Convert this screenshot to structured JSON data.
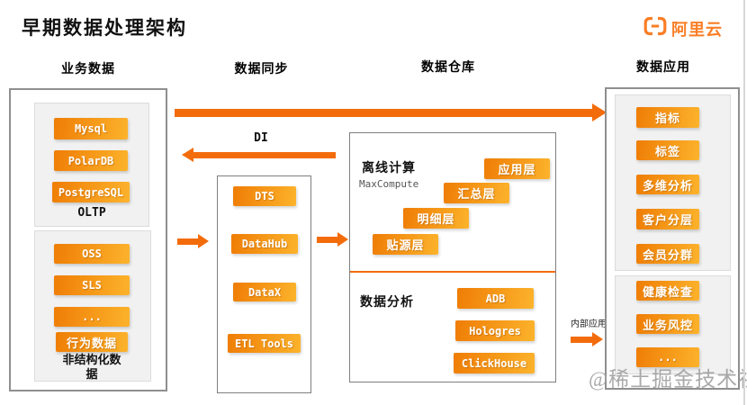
{
  "title": "早期数据处理架构",
  "logo": {
    "brand": "阿里云"
  },
  "watermark": "@稀土掘金技术社区",
  "colors": {
    "accent": "#F36C0C",
    "pill_gradient_from": "#EF7D05",
    "pill_gradient_to": "#FCB32C",
    "brand_orange": "#FA7E26"
  },
  "headers": {
    "business": "业务数据",
    "sync": "数据同步",
    "warehouse": "数据仓库",
    "application": "数据应用"
  },
  "business": {
    "oltp": {
      "label": "OLTP",
      "items": [
        "Mysql",
        "PolarDB",
        "PostgreSQL"
      ]
    },
    "unstructured": {
      "label": "非结构化数据",
      "items": [
        "OSS",
        "SLS",
        "...",
        "行为数据"
      ]
    }
  },
  "sync": {
    "di_label": "DI",
    "items": [
      "DTS",
      "DataHub",
      "DataX",
      "ETL Tools"
    ]
  },
  "warehouse": {
    "offline": {
      "title": "离线计算",
      "engine": "MaxCompute",
      "layers": [
        "应用层",
        "汇总层",
        "明细层",
        "贴源层"
      ]
    },
    "analysis": {
      "title": "数据分析",
      "items": [
        "ADB",
        "Hologres",
        "ClickHouse"
      ]
    }
  },
  "application": {
    "insights": [
      "指标",
      "标签",
      "多维分析",
      "客户分层",
      "会员分群"
    ],
    "internal": [
      "健康检查",
      "业务风控",
      "..."
    ]
  },
  "annotations": {
    "internal_app": "内部应用"
  }
}
